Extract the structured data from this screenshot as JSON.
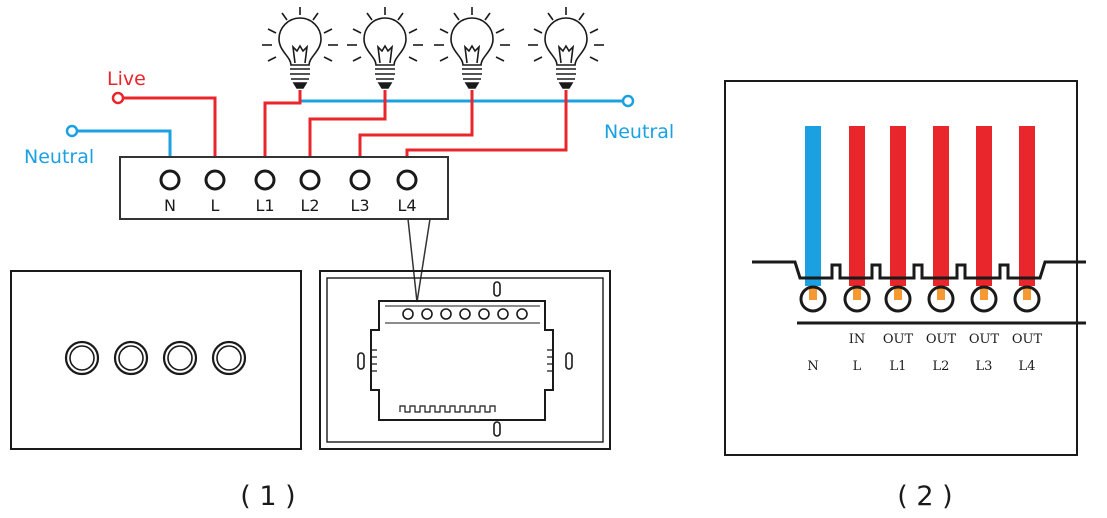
{
  "colors": {
    "live": "#e8262c",
    "neutral": "#1ba1e2",
    "outline": "#1a1a1a",
    "pin": "#f59a32"
  },
  "figure1": {
    "live_label": "Live",
    "neutral_left_label": "Neutral",
    "neutral_right_label": "Neutral",
    "terminals": [
      "N",
      "L",
      "L1",
      "L2",
      "L3",
      "L4"
    ],
    "bulb_count": 4,
    "button_count": 4,
    "caption": "( 1 )"
  },
  "figure2": {
    "top_labels": [
      "",
      "IN",
      "OUT",
      "OUT",
      "OUT",
      "OUT"
    ],
    "bottom_labels": [
      "N",
      "L",
      "L1",
      "L2",
      "L3",
      "L4"
    ],
    "caption": "( 2 )"
  }
}
